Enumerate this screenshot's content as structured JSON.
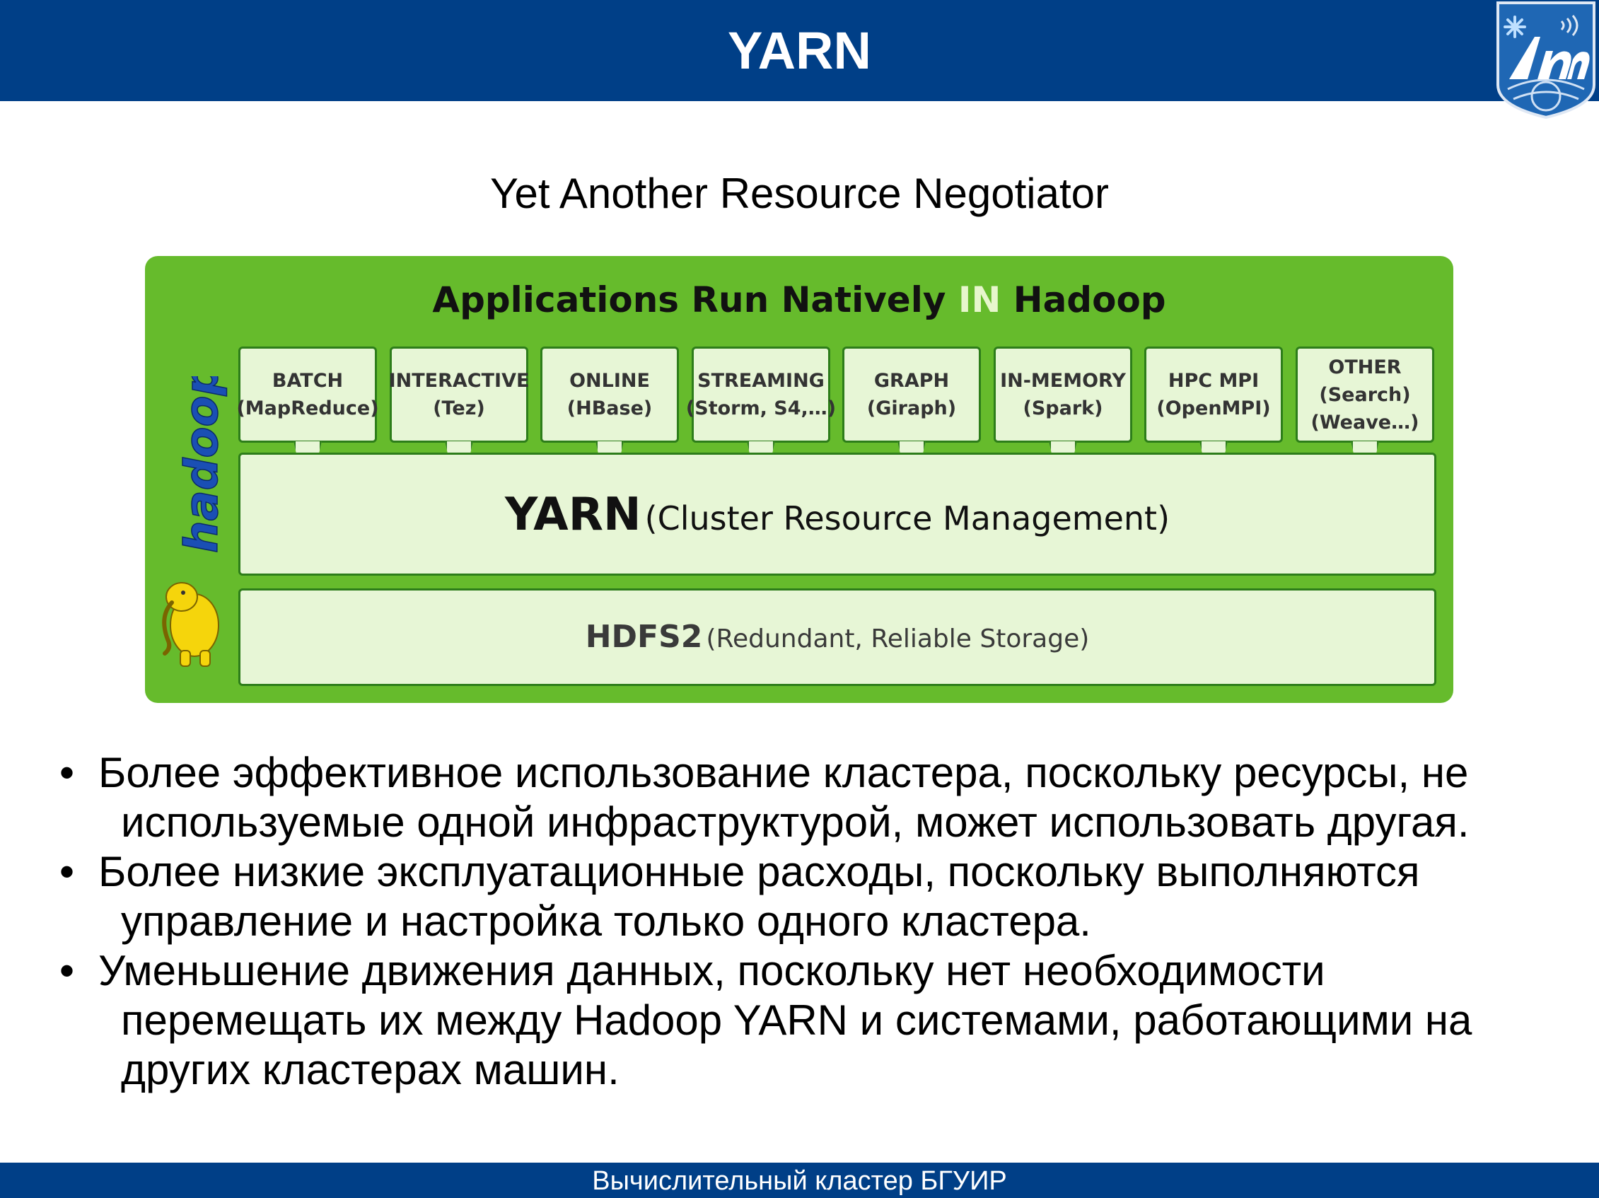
{
  "header": {
    "title": "YARN"
  },
  "subtitle": "Yet Another Resource Negotiator",
  "diagram": {
    "title_part1": "Applications Run Natively ",
    "title_highlight": "IN",
    "title_part2": " Hadoop",
    "apps": [
      {
        "line1": "BATCH",
        "line2": "(MapReduce)",
        "line3": ""
      },
      {
        "line1": "INTERACTIVE",
        "line2": "(Tez)",
        "line3": ""
      },
      {
        "line1": "ONLINE",
        "line2": "(HBase)",
        "line3": ""
      },
      {
        "line1": "STREAMING",
        "line2": "(Storm, S4,…)",
        "line3": ""
      },
      {
        "line1": "GRAPH",
        "line2": "(Giraph)",
        "line3": ""
      },
      {
        "line1": "IN-MEMORY",
        "line2": "(Spark)",
        "line3": ""
      },
      {
        "line1": "HPC MPI",
        "line2": "(OpenMPI)",
        "line3": ""
      },
      {
        "line1": "OTHER",
        "line2": "(Search)",
        "line3": "(Weave…)"
      }
    ],
    "yarn_big": "YARN",
    "yarn_small": "(Cluster Resource Management)",
    "hdfs_big": "HDFS2",
    "hdfs_small": "(Redundant, Reliable Storage)",
    "side_logo_text": "hadoop",
    "colors": {
      "panel": "#66bb2c",
      "box": "#e7f6d6",
      "border": "#2d7d1a"
    }
  },
  "bullets": [
    {
      "line1": "Более эффективное использование кластера, поскольку ресурсы, не",
      "line2": "используемые одной инфраструктурой, может использовать другая.",
      "line3": ""
    },
    {
      "line1": "Более низкие эксплуатационные расходы, поскольку выполняются",
      "line2": "управление и настройка только одного кластера.",
      "line3": ""
    },
    {
      "line1": "Уменьшение движения данных, поскольку нет необходимости",
      "line2": "перемещать их между Hadoop YARN и системами, работающими на",
      "line3": "других кластерах машин."
    }
  ],
  "footer": {
    "text": "Вычислительный кластер БГУИР"
  },
  "theme": {
    "header_bg": "#003f87"
  }
}
